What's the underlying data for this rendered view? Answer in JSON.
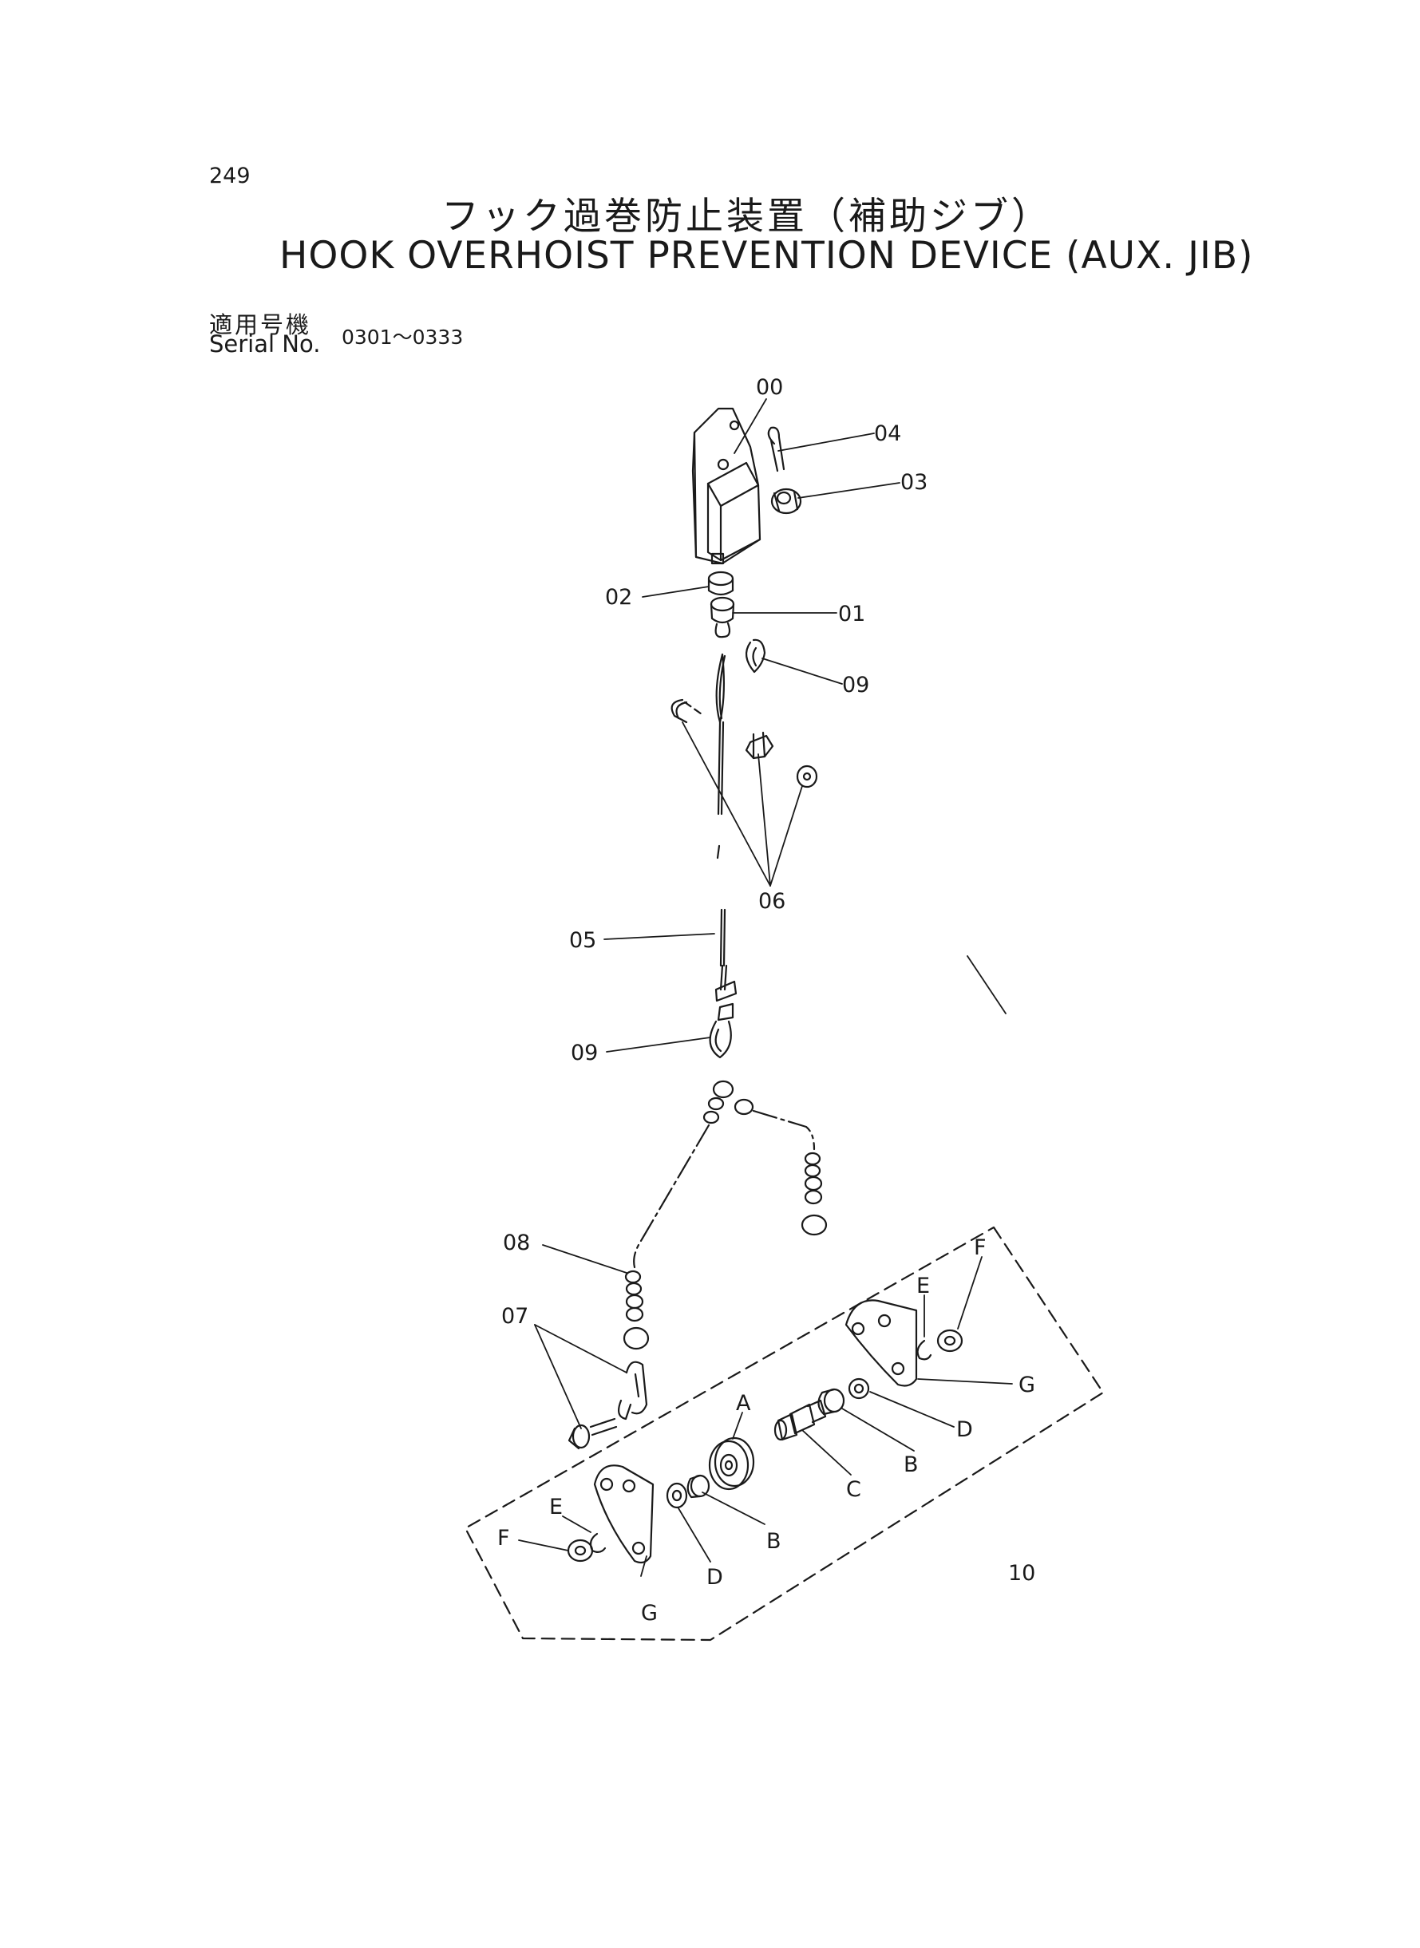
{
  "page_number": "249",
  "title_jp": "フック過巻防止装置（補助ジブ）",
  "title_en": "HOOK OVERHOIST PREVENTION DEVICE (AUX. JIB)",
  "serial_label_jp": "適用号機",
  "serial_label_en": "Serial No.",
  "serial_range": "0301～0333",
  "callouts": {
    "c00": "00",
    "c04": "04",
    "c03": "03",
    "c02": "02",
    "c01": "01",
    "c09a": "09",
    "c06": "06",
    "c05": "05",
    "c09b": "09",
    "c08": "08",
    "c07": "07",
    "c10": "10",
    "eTop": "E",
    "fTop": "F",
    "gTop": "G",
    "dTop": "D",
    "bTop": "B",
    "a": "A",
    "c": "C",
    "eBot": "E",
    "fBot": "F",
    "gBot": "G",
    "dBot": "D",
    "bBot": "B"
  }
}
